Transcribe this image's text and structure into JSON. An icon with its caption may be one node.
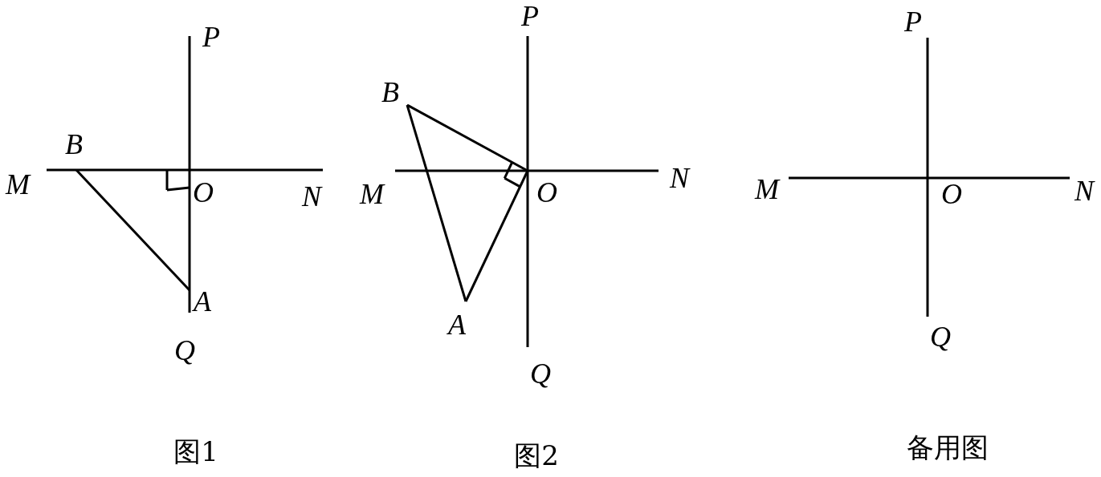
{
  "diagram": {
    "labels": [
      "P",
      "B",
      "M",
      "O",
      "N",
      "A",
      "Q",
      "图1",
      "P",
      "B",
      "M",
      "O",
      "N",
      "A",
      "Q",
      "图2",
      "P",
      "M",
      "O",
      "N",
      "Q",
      "备用图"
    ]
  }
}
